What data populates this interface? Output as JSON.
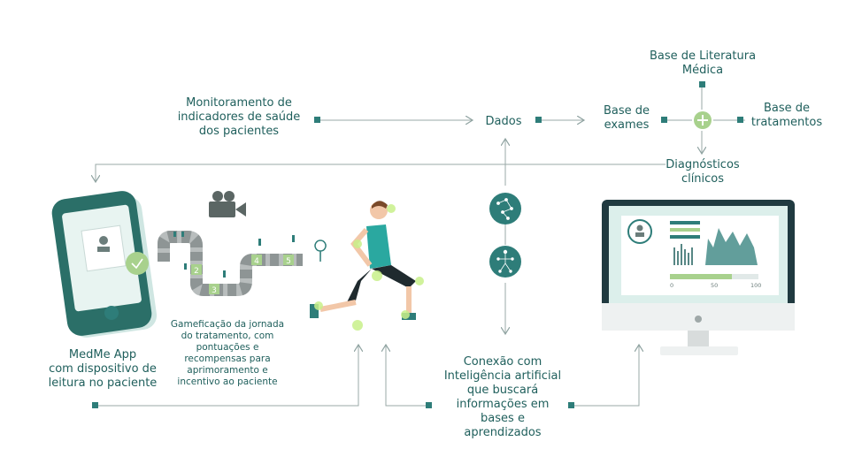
{
  "labels": {
    "monitoring": "Monitoramento  de\nindicadores de saúde\ndos pacientes",
    "dados": "Dados",
    "base_exames": "Base de\nexames",
    "base_literatura": "Base de Literatura\nMédica",
    "base_tratamentos": "Base de\ntratamentos",
    "diagnosticos": "Diagnósticos\nclínicos",
    "medme": "MedMe App\ncom dispositivo de\nleitura no paciente",
    "gamificacao": "Gameficação da jornada\ndo tratamento, com\npontuações e\nrecompensas para\naprimoramento e\nincentivo ao paciente",
    "conexao": "Conexão com\nInteligência artificial\nque buscará\ninformações em\nbases e\naprendizados"
  },
  "game_steps": [
    "2",
    "3",
    "4",
    "5"
  ],
  "dashboard_axis": [
    "0",
    "50",
    "100"
  ],
  "colors": {
    "teal_dark": "#1f5f5c",
    "teal": "#2e7d79",
    "green": "#a8d18d",
    "line": "#9aa9a7",
    "phone": "#2b6f68",
    "monitor": "#203a40"
  }
}
